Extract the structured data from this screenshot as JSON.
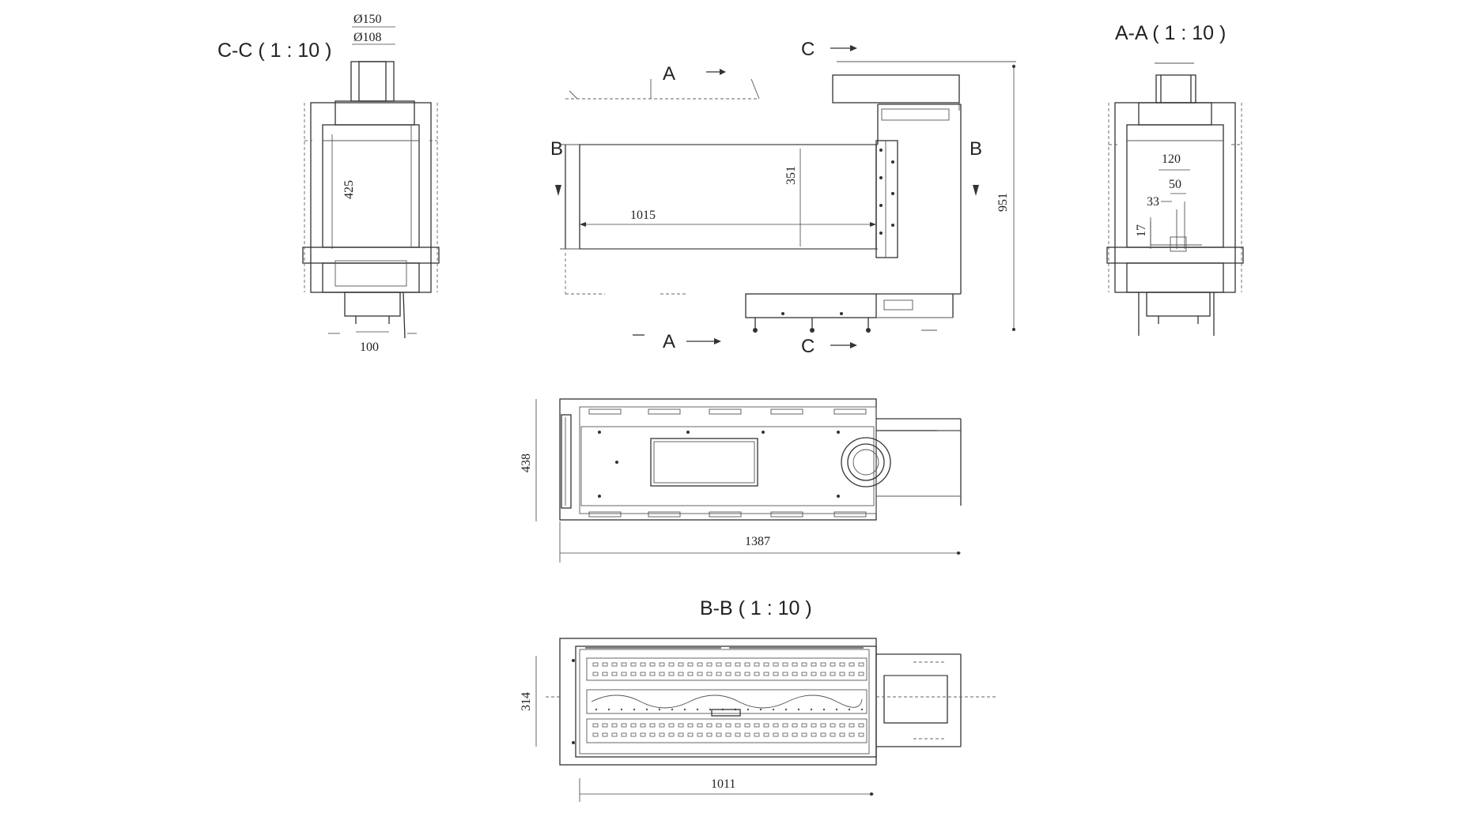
{
  "sections": {
    "cc_title": "C-C ( 1 : 10 )",
    "aa_title": "A-A ( 1 : 10 )",
    "bb_title": "B-B ( 1 : 10 )"
  },
  "markers": {
    "a_top": "A",
    "a_bottom": "A",
    "b_left": "B",
    "b_right": "B",
    "c_top": "C",
    "c_bottom": "C"
  },
  "dimensions": {
    "flue_outer": "Ø150",
    "flue_inner": "Ø108",
    "cc_height": "425",
    "cc_base": "100",
    "glass_width": "1015",
    "glass_height": "351",
    "total_height": "951",
    "aa_width": "120",
    "aa_inner": "50",
    "aa_offset": "33",
    "aa_low": "17",
    "top_depth": "438",
    "top_length": "1387",
    "bb_depth": "314",
    "bb_width": "1011"
  }
}
